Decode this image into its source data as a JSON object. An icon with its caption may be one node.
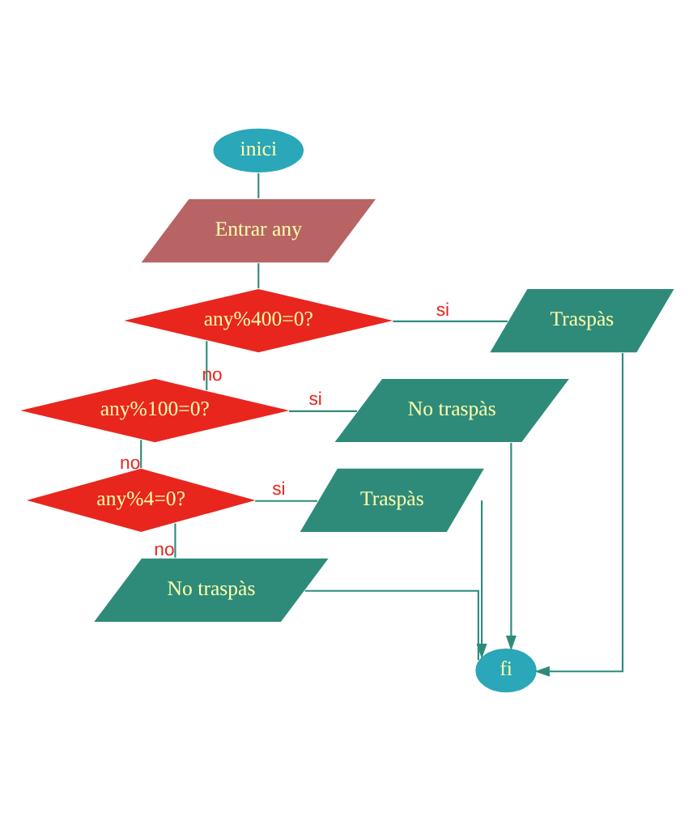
{
  "diagram": {
    "nodes": [
      {
        "text": [
          "inici"
        ]
      },
      {
        "text": [
          "Entrar any"
        ]
      },
      {
        "text": [
          "any%400=0?"
        ]
      },
      {
        "text": [
          "Traspàs"
        ]
      },
      {
        "text": [
          "any%100=0?"
        ]
      },
      {
        "text": [
          "No traspàs"
        ]
      },
      {
        "text": [
          "any%4=0?"
        ]
      },
      {
        "text": [
          "Traspàs"
        ]
      },
      {
        "text": [
          "No traspàs"
        ]
      },
      {
        "text": [
          "fi"
        ]
      }
    ],
    "edges": [
      {
        "from": 0,
        "to": 1,
        "arrow": "none"
      },
      {
        "from": 1,
        "to": 2,
        "arrow": "none"
      },
      {
        "from": 2,
        "to": 3,
        "arrow": "none",
        "label": "si"
      },
      {
        "from": 2,
        "to": 4,
        "arrow": "none",
        "label": "no"
      },
      {
        "from": 4,
        "to": 5,
        "arrow": "none",
        "label": "si"
      },
      {
        "from": 4,
        "to": 6,
        "arrow": "none",
        "label": "no"
      },
      {
        "from": 6,
        "to": 7,
        "arrow": "none",
        "label": "si"
      },
      {
        "from": 6,
        "to": 8,
        "arrow": "none",
        "label": "no"
      },
      {
        "from": 8,
        "to": 9,
        "arrow": "none"
      },
      {
        "from": 3,
        "to": 9,
        "arrow": "to"
      },
      {
        "from": 5,
        "to": 9,
        "arrow": "to"
      },
      {
        "from": 7,
        "to": 9,
        "arrow": "to"
      }
    ]
  }
}
